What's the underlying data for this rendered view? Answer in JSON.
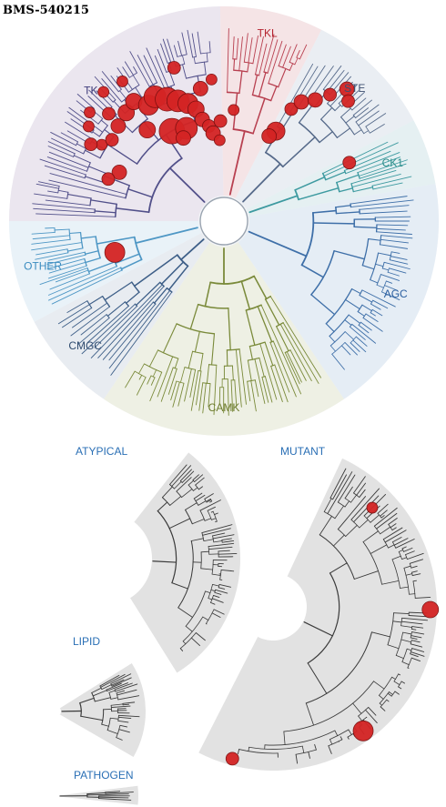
{
  "title": "BMS-540215",
  "groups": [
    {
      "key": "tk",
      "label": "TK",
      "color": "#3d3a7a",
      "sector": "#ebe6ef",
      "branch": "#52508a",
      "start": -90,
      "end": -1,
      "hits": [
        [
          -55,
          0.74,
          6
        ],
        [
          -51,
          0.78,
          6
        ],
        [
          -47,
          0.7,
          7
        ],
        [
          -43,
          0.8,
          6
        ],
        [
          -58,
          0.63,
          6
        ],
        [
          -54,
          0.6,
          7
        ],
        [
          -48,
          0.62,
          8
        ],
        [
          -42,
          0.64,
          9
        ],
        [
          -37,
          0.66,
          9
        ],
        [
          -33,
          0.6,
          11
        ],
        [
          -29,
          0.62,
          12
        ],
        [
          -25,
          0.58,
          13
        ],
        [
          -21,
          0.55,
          12
        ],
        [
          -17,
          0.52,
          11
        ],
        [
          -14,
          0.48,
          9
        ],
        [
          -12,
          0.42,
          8
        ],
        [
          -9,
          0.38,
          7
        ],
        [
          -7,
          0.34,
          8
        ],
        [
          -3,
          0.3,
          6
        ],
        [
          -60,
          0.68,
          7
        ],
        [
          -40,
          0.5,
          9
        ],
        [
          -30,
          0.42,
          14
        ],
        [
          -22,
          0.4,
          12
        ],
        [
          -26,
          0.36,
          8
        ],
        [
          -10,
          0.58,
          8
        ],
        [
          -5,
          0.62,
          6
        ],
        [
          -2,
          0.4,
          7
        ],
        [
          -65,
          0.48,
          8
        ],
        [
          -70,
          0.52,
          7
        ],
        [
          -18,
          0.72,
          7
        ],
        [
          -36,
          0.78,
          6
        ]
      ]
    },
    {
      "key": "tkl",
      "label": "TKL",
      "color": "#b52430",
      "sector": "#f5e4e6",
      "branch": "#b84050",
      "start": -1,
      "end": 27,
      "hits": [
        [
          5,
          0.46,
          6
        ]
      ]
    },
    {
      "key": "ste",
      "label": "STE",
      "color": "#3d4f70",
      "sector": "#eaeef3",
      "branch": "#566a8a",
      "start": 27,
      "end": 62,
      "hits": [
        [
          31,
          0.56,
          7
        ],
        [
          33,
          0.62,
          8
        ],
        [
          37,
          0.67,
          8
        ],
        [
          40,
          0.74,
          7
        ],
        [
          43,
          0.82,
          8
        ],
        [
          46,
          0.78,
          7
        ],
        [
          30,
          0.42,
          10
        ],
        [
          28,
          0.38,
          8
        ]
      ]
    },
    {
      "key": "ck1",
      "label": "CK1",
      "color": "#2c8e8a",
      "sector": "#e5f0f2",
      "branch": "#3d9aa0",
      "start": 62,
      "end": 80,
      "hits": [
        [
          65,
          0.6,
          7
        ]
      ]
    },
    {
      "key": "agc",
      "label": "AGC",
      "color": "#2b5fa0",
      "sector": "#e5edf5",
      "branch": "#3e6fa8",
      "start": 80,
      "end": 146,
      "hits": []
    },
    {
      "key": "camk",
      "label": "CAMK",
      "color": "#6b7a2a",
      "sector": "#eef0e4",
      "branch": "#7a8a3a",
      "start": 146,
      "end": 214,
      "hits": []
    },
    {
      "key": "cmgc",
      "label": "CMGC",
      "color": "#2e4a6e",
      "sector": "#e8ecf1",
      "branch": "#3e5f88",
      "start": 214,
      "end": 242,
      "hits": []
    },
    {
      "key": "other",
      "label": "OTHER",
      "color": "#3a8cc0",
      "sector": "#e9f2f8",
      "branch": "#4e97c5",
      "start": 242,
      "end": 270,
      "hits": [
        [
          254,
          0.47,
          11
        ]
      ]
    }
  ],
  "sections": {
    "atypical": "ATYPICAL",
    "mutant": "MUTANT",
    "lipid": "LIPID",
    "pathogen": "PATHOGEN"
  },
  "mutant_hits": [
    [
      0,
      0.82,
      6
    ],
    [
      1,
      0.95,
      9
    ],
    [
      2,
      0.92,
      11
    ],
    [
      3,
      0.95,
      7
    ]
  ]
}
